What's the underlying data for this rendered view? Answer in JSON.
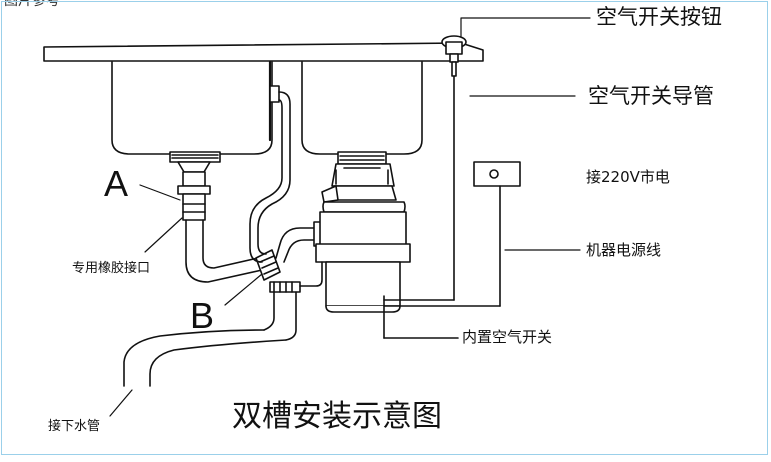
{
  "top_cut_text": "图片参考",
  "title": "双槽安装示意图",
  "labels": {
    "air_switch_button": "空气开关按钮",
    "air_switch_tube": "空气开关导管",
    "power_220v": "接220V市电",
    "machine_power_cord": "机器电源线",
    "builtin_air_switch": "内置空气开关",
    "rubber_connector": "专用橡胶接口",
    "drain_pipe": "接下水管",
    "point_a": "A",
    "point_b": "B"
  },
  "colors": {
    "line": "#111111",
    "frame": "#9bd0ea",
    "background": "#ffffff"
  }
}
